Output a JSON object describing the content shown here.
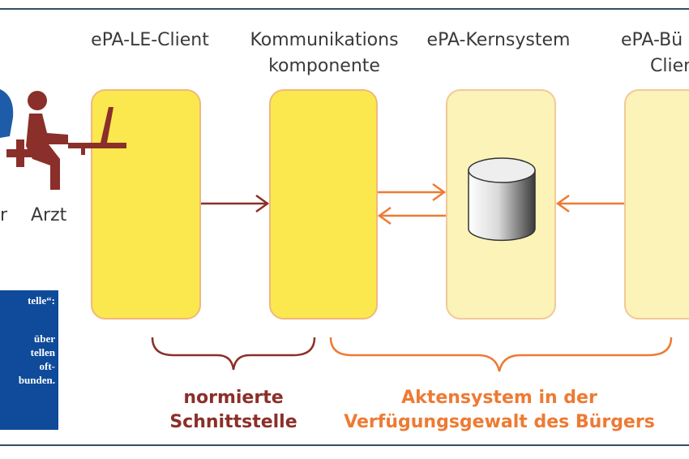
{
  "columns": {
    "le_client": "ePA-LE-Client",
    "komm_line1": "Kommunikations",
    "komm_line2": "komponente",
    "kernsystem": "ePA-Kernsystem",
    "buerger_line1": "ePA-Bü",
    "buerger_line2": "Clien"
  },
  "people": {
    "left_label": "r",
    "arzt_label": "Arzt"
  },
  "groups": {
    "normiert_line1": "normierte",
    "normiert_line2": "Schnittstelle",
    "akten_line1": "Aktensystem in der",
    "akten_line2": "Verfügungsgewalt des Bürgers"
  },
  "note": {
    "line1": "telle“:",
    "line2": "",
    "line3": "über",
    "line4": "tellen",
    "line5": "oft-",
    "line6": "bunden."
  },
  "colors": {
    "strong_box": "#fbe84f",
    "light_box": "#fbf3b8",
    "dark_red": "#8b2f2a",
    "orange": "#ee7a33",
    "note_blue": "#0f4b9a"
  }
}
